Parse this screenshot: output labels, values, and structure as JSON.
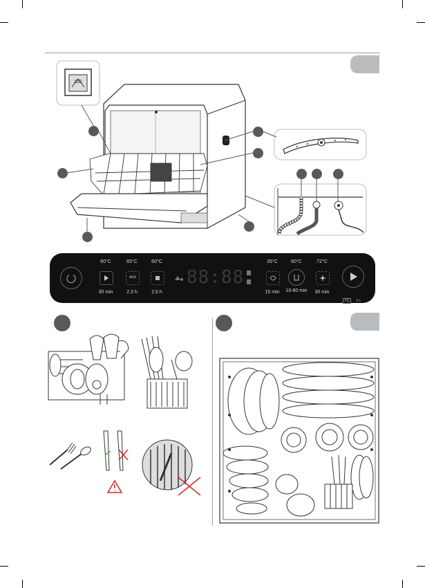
{
  "panel": {
    "programs": [
      {
        "temp": "60°C",
        "time": "30 min",
        "icon": "rapid-icon"
      },
      {
        "temp": "65°C",
        "time": "2,3 h",
        "icon": "eco-icon"
      },
      {
        "temp": "60°C",
        "time": "2,5 h",
        "icon": "glass-icon"
      },
      {
        "temp": "35°C",
        "time": "15 min",
        "icon": "fruit-wash-icon"
      },
      {
        "temp": "60°C",
        "time": "10-60 min",
        "icon": "normal-wash-icon"
      },
      {
        "temp": "72°C",
        "time": "30 min",
        "icon": "sterilize-icon"
      }
    ],
    "display_digits": "88:88",
    "eco_label": "eco",
    "power_icon": "power-icon",
    "start_icon": "play-icon",
    "tc_label": "TC",
    "tc_suffix": "3 s"
  },
  "accent_colors": {
    "warning": "#d9252a",
    "tab": "#b9bcbf",
    "panel": "#111111"
  }
}
